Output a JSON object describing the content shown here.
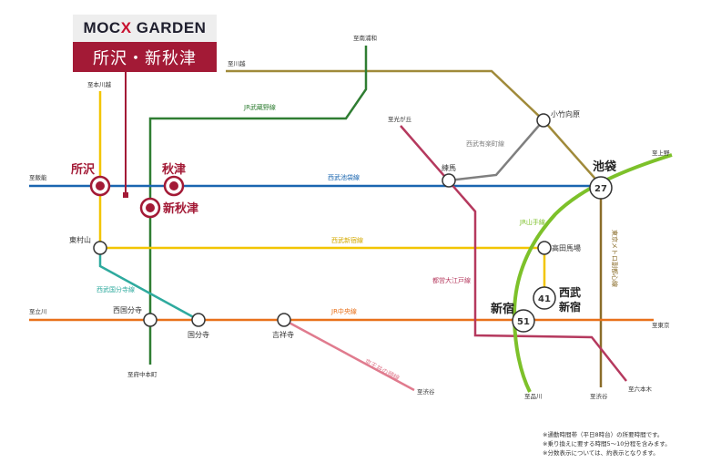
{
  "brand": {
    "name_pre": "MOC",
    "name_x": "X",
    "name_post": " GARDEN",
    "subtitle": "所沢・新秋津"
  },
  "lines": {
    "seibu_ikebukuro": {
      "label": "西武池袋線",
      "color": "#1a66b0"
    },
    "seibu_shinjuku": {
      "label": "西武新宿線",
      "color": "#f2c500"
    },
    "seibu_kokubunji": {
      "label": "西武国分寺線",
      "color": "#2eaa9e"
    },
    "jr_musashino": {
      "label": "JR武蔵野線",
      "color": "#2f7d32"
    },
    "jr_chuo": {
      "label": "JR中央線",
      "color": "#e8711b"
    },
    "keio_inokashira": {
      "label": "京王井の頭線",
      "color": "#e07b8e"
    },
    "jr_yamanote": {
      "label": "JR山手線",
      "color": "#7dc12a"
    },
    "seibu_yurakucho": {
      "label": "西武有楽町線",
      "color": "#7f7f7f"
    },
    "toei_oedo": {
      "label": "都営大江戸線",
      "color": "#b5395e"
    },
    "tokyo_metro_fukutoshin": {
      "label": "東京メトロ副都心線",
      "color": "#8a6d2a"
    },
    "tobu_tojo": {
      "color": "#a08a3a"
    },
    "seibu_shinjuku_upper": {
      "color": "#f2c500"
    }
  },
  "stations": {
    "tokorozawa": "所沢",
    "akitsu": "秋津",
    "shin_akitsu": "新秋津",
    "higashimurayama": "東村山",
    "nishi_kokubunji": "西国分寺",
    "kokubunji": "国分寺",
    "kichijoji": "吉祥寺",
    "nerima": "練馬",
    "kotakemukaihara": "小竹向原",
    "ikebukuro": "池袋",
    "takadanobaba": "高田馬場",
    "seibu_shinjuku": "西武\n新宿",
    "seibu_shinjuku_l1": "西武",
    "seibu_shinjuku_l2": "新宿",
    "shinjuku": "新宿"
  },
  "minutes": {
    "ikebukuro": "27",
    "seibu_shinjuku": "41",
    "shinjuku": "51"
  },
  "directions": {
    "hanno": "至飯能",
    "honkawagoe": "至本川越",
    "minami_urawa": "至南浦和",
    "kawagoe": "至川越",
    "hikarigaoka": "至光が丘",
    "ueno": "至上野",
    "tachikawa": "至立川",
    "tokyo": "至東京",
    "fuchu_hommachi": "至府中本町",
    "shibuya_keio": "至渋谷",
    "shinagawa": "至品川",
    "shibuya_metro": "至渋谷",
    "roppongi": "至六本木"
  },
  "notes": [
    "※通勤時間帯（平日8時台）の所要時間です。",
    "※乗り換えに要する時間5〜10分程を含みます。",
    "※分数表示については、約表示となります。"
  ]
}
